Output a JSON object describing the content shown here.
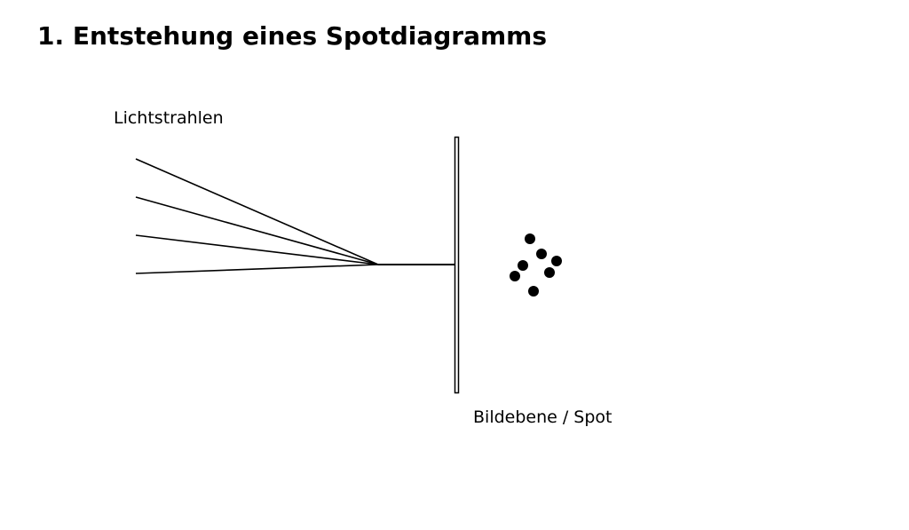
{
  "slide": {
    "title": "1. Entstehung eines Spotdiagramms"
  },
  "diagram": {
    "rays_label": "Lichtstrahlen",
    "image_plane_label": "Bildebene / Spot",
    "ray_count": 4,
    "spot_point_count": 7,
    "colors": {
      "line": "#000000",
      "background": "#ffffff"
    }
  }
}
